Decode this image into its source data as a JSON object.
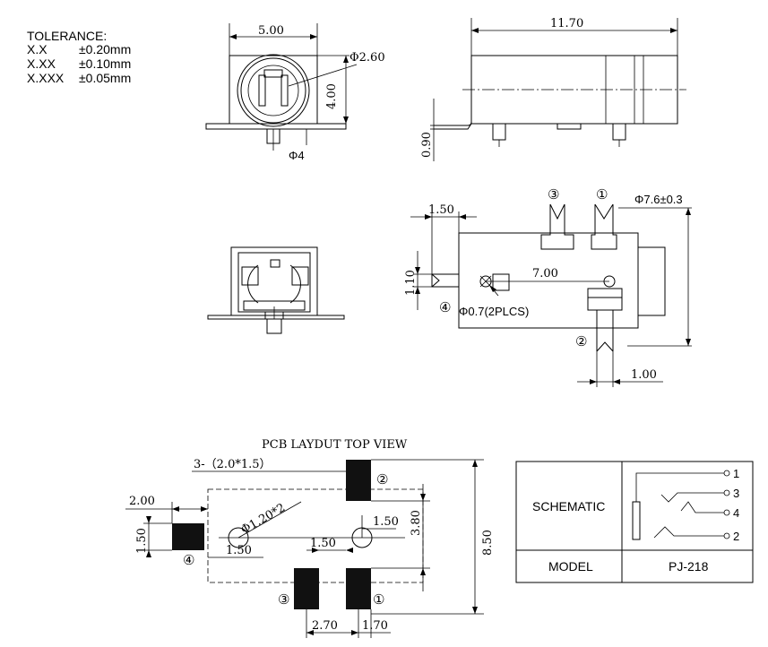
{
  "tolerance": {
    "heading": "TOLERANCE:",
    "rows": [
      {
        "fmt": "X.X",
        "val": "±0.20mm"
      },
      {
        "fmt": "X.XX",
        "val": "±0.10mm"
      },
      {
        "fmt": "X.XXX",
        "val": "±0.05mm"
      }
    ]
  },
  "front_view": {
    "width": "5.00",
    "hole_dia": "Φ2.60",
    "height": "4.00",
    "pin_dia": "Φ4"
  },
  "side_view": {
    "length": "11.70",
    "thickness": "0.90"
  },
  "top_view": {
    "dim_left": "1.50",
    "dim_height": "1.10",
    "dim_pins": "7.00",
    "dim_bottom": "1.00",
    "body_dia": "Φ7.6±0.3",
    "hole_note": "Φ0.7(2PLCS)",
    "pins": {
      "p1": "①",
      "p2": "②",
      "p3": "③",
      "p4": "④"
    }
  },
  "pcb": {
    "title": "PCB LAYDUT TOP VIEW",
    "pad_note": "3-（2.0*1.5）",
    "hole_note": "Φ1.20*2",
    "dims": {
      "left_w": "2.00",
      "left_h": "1.50",
      "hole_off": "1.50",
      "pad_gap": "1.50",
      "right_off": "1.50",
      "pad_h": "3.80",
      "total_h": "8.50",
      "b1": "2.70",
      "b2": "1.70"
    },
    "pins": {
      "p1": "①",
      "p2": "②",
      "p3": "③",
      "p4": "④"
    }
  },
  "table": {
    "schematic_label": "SCHEMATIC",
    "model_label": "MODEL",
    "model_value": "PJ-218",
    "pin_labels": [
      "1",
      "3",
      "4",
      "2"
    ]
  }
}
